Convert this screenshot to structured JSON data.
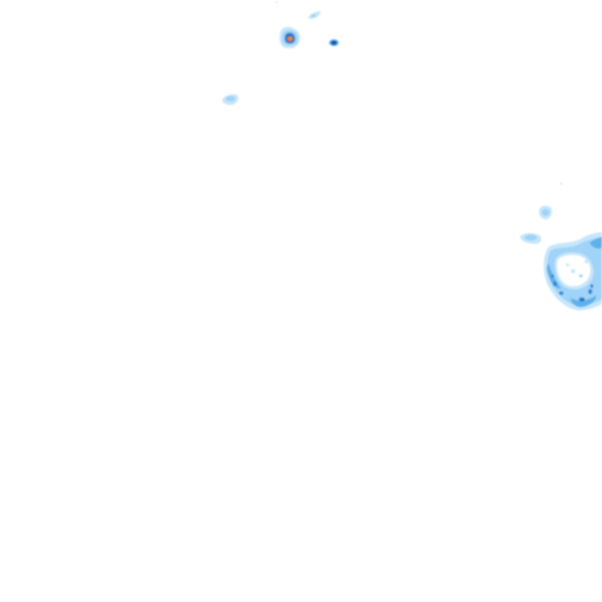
{
  "map": {
    "type": "precipitation-radar-overlay",
    "background_color": "#ffffff",
    "intensity_colors": {
      "very_light": "#c6e6fb",
      "light": "#9fd3f7",
      "moderate": "#5fb0ea",
      "medium": "#2c86d6",
      "heavy": "#0b55b8",
      "intense": "#e8791c",
      "core": "#d9a400"
    },
    "echoes": [
      {
        "label": "isolated-cell-north",
        "peak_intensity": "intense"
      },
      {
        "label": "small-cell-north-east",
        "peak_intensity": "heavy"
      },
      {
        "label": "light-fleck-north",
        "peak_intensity": "light"
      },
      {
        "label": "light-patch-north-west",
        "peak_intensity": "light"
      },
      {
        "label": "light-patch-east",
        "peak_intensity": "light"
      },
      {
        "label": "ring-cluster-east-edge",
        "peak_intensity": "heavy"
      }
    ]
  }
}
